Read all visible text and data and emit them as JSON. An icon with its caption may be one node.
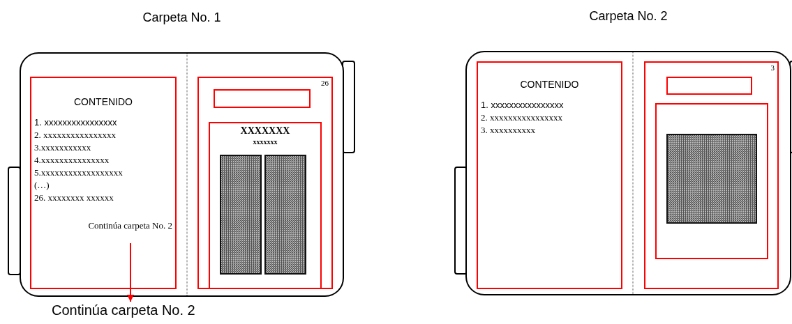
{
  "diagram": {
    "nodes": [
      {
        "text": [
          "Carpeta No. 1"
        ]
      },
      {
        "text": [
          "CONTENIDO",
          "1. xxxxxxxxxxxxxxxx",
          "2. xxxxxxxxxxxxxxxx",
          "3.xxxxxxxxxxx",
          "4.xxxxxxxxxxxxxxx",
          "5.xxxxxxxxxxxxxxxxxx",
          "(…)",
          "26. xxxxxxxx xxxxxx",
          "Continúa carpeta No. 2"
        ],
        "in": 0
      },
      {
        "text": [
          "26"
        ],
        "in": 0
      },
      {
        "text": [],
        "shape": "box",
        "in": 2
      },
      {
        "text": [
          "XXXXXXX",
          "xxxxxxx"
        ],
        "in": 2
      },
      {
        "text": [],
        "shape": "box",
        "in": 4
      },
      {
        "text": [],
        "shape": "box",
        "in": 4
      },
      {
        "text": [
          "Continúa carpeta No. 2"
        ]
      },
      {
        "text": [
          "Carpeta No. 2"
        ]
      },
      {
        "text": [
          "CONTENIDO",
          "1. xxxxxxxxxxxxxxxx",
          "2. xxxxxxxxxxxxxxxx",
          "3. xxxxxxxxxx"
        ],
        "in": 8
      },
      {
        "text": [
          "3"
        ],
        "in": 8
      },
      {
        "text": [],
        "shape": "box",
        "in": 10
      },
      {
        "text": [],
        "shape": "box",
        "in": 10
      },
      {
        "text": [],
        "shape": "box",
        "in": 12
      }
    ],
    "edges": [
      {
        "from": 1,
        "to": 7,
        "arrow": "to",
        "color": "#ff0000"
      }
    ]
  }
}
